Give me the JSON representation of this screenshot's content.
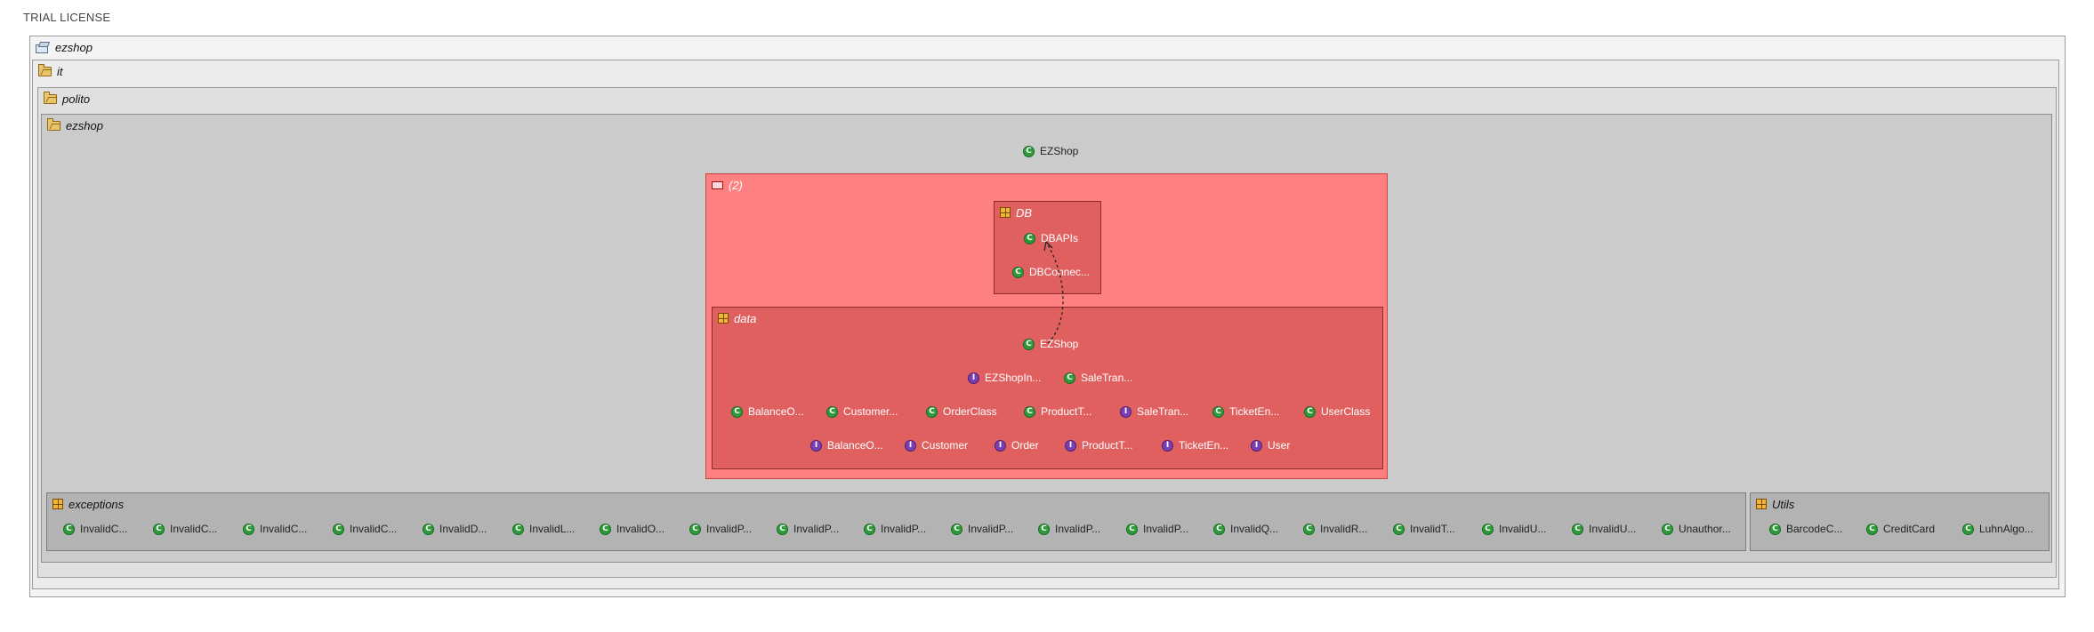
{
  "license_text": "TRIAL LICENSE",
  "packages": {
    "ezshop_root": "ezshop",
    "it": "it",
    "polito": "polito",
    "ezshop": "ezshop"
  },
  "top_class": {
    "kind": "C",
    "label": "EZShop"
  },
  "group": {
    "label": "(2)"
  },
  "db": {
    "label": "DB",
    "classes": [
      {
        "kind": "C",
        "label": "DBAPIs"
      },
      {
        "kind": "C",
        "label": "DBConnec..."
      }
    ]
  },
  "data": {
    "label": "data",
    "row1": [
      {
        "kind": "C",
        "label": "EZShop"
      }
    ],
    "row2": [
      {
        "kind": "I",
        "label": "EZShopIn..."
      },
      {
        "kind": "C",
        "label": "SaleTran..."
      }
    ],
    "row3": [
      {
        "kind": "C",
        "label": "BalanceO..."
      },
      {
        "kind": "C",
        "label": "Customer..."
      },
      {
        "kind": "C",
        "label": "OrderClass"
      },
      {
        "kind": "C",
        "label": "ProductT..."
      },
      {
        "kind": "I",
        "label": "SaleTran..."
      },
      {
        "kind": "C",
        "label": "TicketEn..."
      },
      {
        "kind": "C",
        "label": "UserClass"
      }
    ],
    "row4": [
      {
        "kind": "I",
        "label": "BalanceO..."
      },
      {
        "kind": "I",
        "label": "Customer"
      },
      {
        "kind": "I",
        "label": "Order"
      },
      {
        "kind": "I",
        "label": "ProductT..."
      },
      {
        "kind": "I",
        "label": "TicketEn..."
      },
      {
        "kind": "I",
        "label": "User"
      }
    ]
  },
  "exceptions": {
    "label": "exceptions",
    "classes": [
      {
        "kind": "C",
        "label": "InvalidC..."
      },
      {
        "kind": "C",
        "label": "InvalidC..."
      },
      {
        "kind": "C",
        "label": "InvalidC..."
      },
      {
        "kind": "C",
        "label": "InvalidC..."
      },
      {
        "kind": "C",
        "label": "InvalidD..."
      },
      {
        "kind": "C",
        "label": "InvalidL..."
      },
      {
        "kind": "C",
        "label": "InvalidO..."
      },
      {
        "kind": "C",
        "label": "InvalidP..."
      },
      {
        "kind": "C",
        "label": "InvalidP..."
      },
      {
        "kind": "C",
        "label": "InvalidP..."
      },
      {
        "kind": "C",
        "label": "InvalidP..."
      },
      {
        "kind": "C",
        "label": "InvalidP..."
      },
      {
        "kind": "C",
        "label": "InvalidP..."
      },
      {
        "kind": "C",
        "label": "InvalidQ..."
      },
      {
        "kind": "C",
        "label": "InvalidR..."
      },
      {
        "kind": "C",
        "label": "InvalidT..."
      },
      {
        "kind": "C",
        "label": "InvalidU..."
      },
      {
        "kind": "C",
        "label": "InvalidU..."
      },
      {
        "kind": "C",
        "label": "Unauthor..."
      }
    ]
  },
  "utils": {
    "label": "Utils",
    "classes": [
      {
        "kind": "C",
        "label": "BarcodeC..."
      },
      {
        "kind": "C",
        "label": "CreditCard"
      },
      {
        "kind": "C",
        "label": "LuhnAlgo..."
      }
    ]
  },
  "colors": {
    "group_fill": "#ff8080",
    "data_fill": "#e06060",
    "db_fill": "#e06060",
    "class_badge": "#2f9a3a",
    "interface_badge": "#7a3fb0"
  }
}
